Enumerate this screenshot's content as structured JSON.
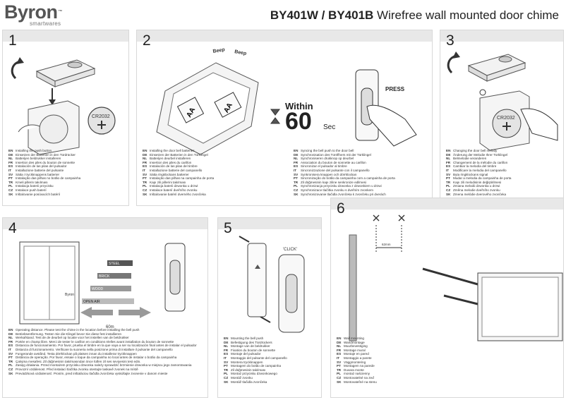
{
  "header": {
    "brand": "Byron",
    "tagline": "smartwares",
    "model": "BY401W / BY401B",
    "title": "Wirefree wall mounted door chime"
  },
  "steps": [
    {
      "number": "1",
      "captions": [
        {
          "code": "EN",
          "text": "Installing the push button"
        },
        {
          "code": "DE",
          "text": "Einsetzen der Batterien in den Türdrücker"
        },
        {
          "code": "NL",
          "text": "Batterijen beldrukker installeren"
        },
        {
          "code": "FR",
          "text": "Insertion des piles du bouton de sonnette"
        },
        {
          "code": "ES",
          "text": "Instalación de las pilas del pulsador"
        },
        {
          "code": "IT",
          "text": "Installazione batterie del pulsante"
        },
        {
          "code": "SV",
          "text": "Sätta i tryckknappens batterier"
        },
        {
          "code": "PT",
          "text": "Instalação das pilhas no botão de campainha"
        },
        {
          "code": "TR",
          "text": "Kmeli pillerin takılması"
        },
        {
          "code": "PL",
          "text": "Instalacja baterii przycisku"
        },
        {
          "code": "CZ",
          "text": "Instalace push baterií"
        },
        {
          "code": "SK",
          "text": "Inštalovanie posúvacích batérií"
        }
      ],
      "labels": {
        "battery": "CR2032"
      }
    },
    {
      "number": "2",
      "captions": [
        {
          "code": "EN",
          "text": "Installing the door bell batteries"
        },
        {
          "code": "DE",
          "text": "Einsetzen der Batterien in den Türklingel"
        },
        {
          "code": "NL",
          "text": "Batterijen deurbel installeren"
        },
        {
          "code": "FR",
          "text": "Insertion des piles du carillon"
        },
        {
          "code": "ES",
          "text": "Instalación de las pilas del timbre"
        },
        {
          "code": "IT",
          "text": "Installazione batterie del campanello"
        },
        {
          "code": "SV",
          "text": "Sätta ringklockans batterier"
        },
        {
          "code": "PT",
          "text": "Instalação das pilhas na campainha de porta"
        },
        {
          "code": "TR",
          "text": "Kapı zili pillerini takılması"
        },
        {
          "code": "PL",
          "text": "Instalacja baterii dzwonka u drzwi"
        },
        {
          "code": "CZ",
          "text": "Instalace baterií dveřního zvonku"
        },
        {
          "code": "SK",
          "text": "Inštalovanie batérií dverného zvončeka"
        }
      ],
      "labels": {
        "beep1": "Beep",
        "beep2": "Beep",
        "aa": "AA",
        "within": "Within",
        "seconds": "60",
        "sec": "Sec",
        "press": "PRESS"
      }
    },
    {
      "number": "3",
      "captions": [
        {
          "code": "EN",
          "text": "Changing the door bell melody"
        },
        {
          "code": "DE",
          "text": "Änderung der Melodie Ihrer Türklingel"
        },
        {
          "code": "NL",
          "text": "Belmelodie veranderen"
        },
        {
          "code": "FR",
          "text": "Changement de la mélodie du carillon"
        },
        {
          "code": "ES",
          "text": "Cambiar la melodía del timbre"
        },
        {
          "code": "IT",
          "text": "Modificare la melodia del campanello"
        },
        {
          "code": "SV",
          "text": "Byta ringklockans signal"
        },
        {
          "code": "PT",
          "text": "Mudar a melodia da campainha de porta"
        },
        {
          "code": "TR",
          "text": "Kapı zili melodisinin değiştirilmesi"
        },
        {
          "code": "PL",
          "text": "Zmiana melodii dzwonka u drzwi"
        },
        {
          "code": "CZ",
          "text": "Změna melodie dveřního zvonku"
        },
        {
          "code": "SK",
          "text": "Zmena melódie dverového zvončeka"
        }
      ],
      "labels": {
        "battery": "CR2032"
      }
    },
    {
      "number": "4",
      "captions": [
        {
          "code": "EN",
          "text": "Operating distance. Please test the chime in the location before installing the bell push"
        },
        {
          "code": "DE",
          "text": "Betriebsentfernung. Testen Sie die Klingel bevor Sie diese fest installieren"
        },
        {
          "code": "NL",
          "text": "Werkafstand. Test de de deurbel op locatie voor het instellen van de beldrukker"
        },
        {
          "code": "FR",
          "text": "Portée en champ libre. Merci de tester le carillon en conditions réelles avant installation du bouton de sonnette"
        },
        {
          "code": "ES",
          "text": "Distancia de funcionamiento. Por favor, prueba el timbre en la que vaya a ser su localización final antes de instalar el pulsador"
        },
        {
          "code": "IT",
          "text": "Distanza di funzionamento. Verificare la suoneria nella posizione prima di installare il pulsante del campanello"
        },
        {
          "code": "SV",
          "text": "Fungerande avstånd. Testa dörrklockan på platsen innan du installerar tryckknappen"
        },
        {
          "code": "PT",
          "text": "Distância de operação. Por favor, ensaie o toque da campainha no local antes de instalar o botão da campainha"
        },
        {
          "code": "TR",
          "text": "Çalışma mesafesi. Zil düğmesinin takılmasından önce lütfen zil ses seviyesini test edin."
        },
        {
          "code": "PL",
          "text": "Zasięg działania. Przed montażem przycisku dzwonka należy sprawdzić brzmienie dzwonka w miejscu jego zamontowania"
        },
        {
          "code": "CZ",
          "text": "Provozní vzdálenost. Před instalací tlačítka zvonku otestujte laskavě zvonek na místě"
        },
        {
          "code": "SK",
          "text": "Prevádzková vzdialenosť. Prosím, pred inštaláciou tlačidla zvončeka vyskúšajte zvonenie v danom mieste"
        }
      ],
      "labels": {
        "brand": "Byron",
        "steel": "STEEL",
        "brick": "BRICK",
        "wood": "WOOD",
        "open_air": "OPEN AIR",
        "distance": "60m"
      }
    },
    {
      "number": "5",
      "captions": [
        {
          "code": "EN",
          "text": "Mounting the bell push"
        },
        {
          "code": "DE",
          "text": "Befestigung des Türdrückers"
        },
        {
          "code": "NL",
          "text": "Montage van de beldrukker"
        },
        {
          "code": "FR",
          "text": "Fixation du bouton de sonnette"
        },
        {
          "code": "ES",
          "text": "Montaje del pulsador"
        },
        {
          "code": "IT",
          "text": "Montaggio del pulsante del campanello"
        },
        {
          "code": "SV",
          "text": "Montera tryckknappen"
        },
        {
          "code": "PT",
          "text": "Montagem do botão de campainha"
        },
        {
          "code": "TR",
          "text": "Zil düğmesinin takılması"
        },
        {
          "code": "PL",
          "text": "Montaż przycisku dzwonkowego"
        },
        {
          "code": "CZ",
          "text": "Montáž zvonku"
        },
        {
          "code": "SK",
          "text": "Montáž tlačidla zvončeka"
        }
      ],
      "labels": {
        "click": "'CLICK'"
      }
    },
    {
      "number": "6",
      "captions": [
        {
          "code": "EN",
          "text": "Wall mounting"
        },
        {
          "code": "DE",
          "text": "Wandmontage"
        },
        {
          "code": "NL",
          "text": "Muurbevestiging"
        },
        {
          "code": "FR",
          "text": "Montage mural"
        },
        {
          "code": "ES",
          "text": "Montaje en pared"
        },
        {
          "code": "IT",
          "text": "Montaggio a parete"
        },
        {
          "code": "SV",
          "text": "Väggmontering"
        },
        {
          "code": "PT",
          "text": "Montagem na parede"
        },
        {
          "code": "TR",
          "text": "Duvara monte"
        },
        {
          "code": "PL",
          "text": "montaż naścienny"
        },
        {
          "code": "CZ",
          "text": "Montovatelné na zeď"
        },
        {
          "code": "SK",
          "text": "Montovateľné na stenu"
        }
      ],
      "labels": {
        "spacing": "62mm"
      }
    }
  ]
}
